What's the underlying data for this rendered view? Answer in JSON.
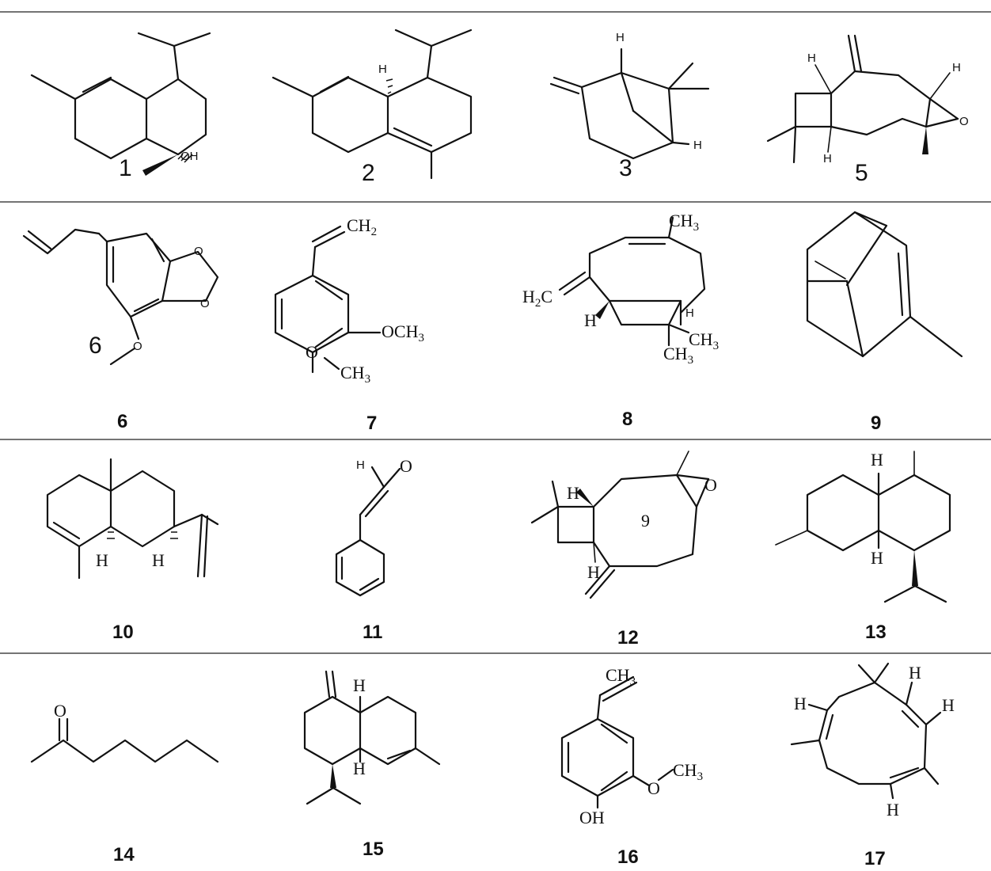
{
  "compound_numbers": {
    "c1": "1",
    "c2": "2",
    "c3": "3",
    "c5": "5",
    "c6_inline": "6",
    "c6": "6",
    "c7": "7",
    "c8": "8",
    "c9": "9",
    "c10": "10",
    "c11": "11",
    "c12": "12",
    "c13": "13",
    "c14": "14",
    "c15": "15",
    "c16": "16",
    "c17": "17"
  },
  "atom_labels": {
    "oh": "OH",
    "h": "H",
    "o": "O",
    "ch": "CH",
    "c": "C",
    "ch3_digit": "3",
    "ch2_digit": "2",
    "h2c_h": "H",
    "h2c_c": "C",
    "h2c_digit": "2",
    "ring_size_12": "9"
  },
  "colors": {
    "ink": "#111111",
    "rule": "#222222",
    "background": "#ffffff"
  }
}
